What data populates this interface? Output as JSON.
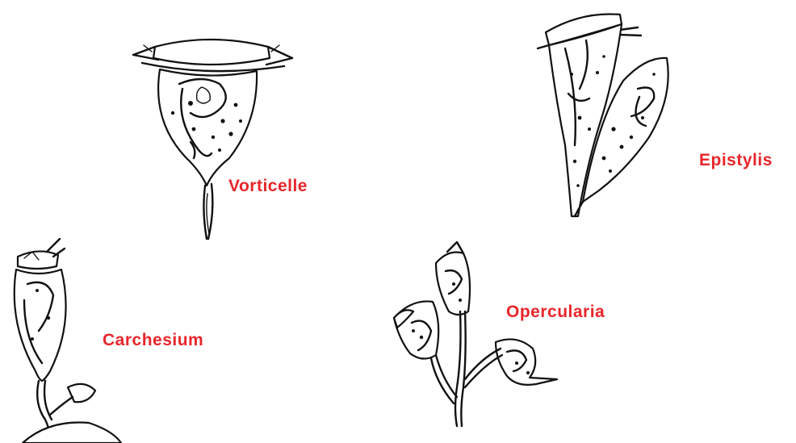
{
  "labels": {
    "vorticelle": "Vorticelle",
    "epistylis": "Epistylis",
    "carchesium": "Carchesium",
    "opercularia": "Opercularia"
  },
  "colors": {
    "label": "#e8262b",
    "ink": "#111111",
    "background": "#ffffff"
  }
}
